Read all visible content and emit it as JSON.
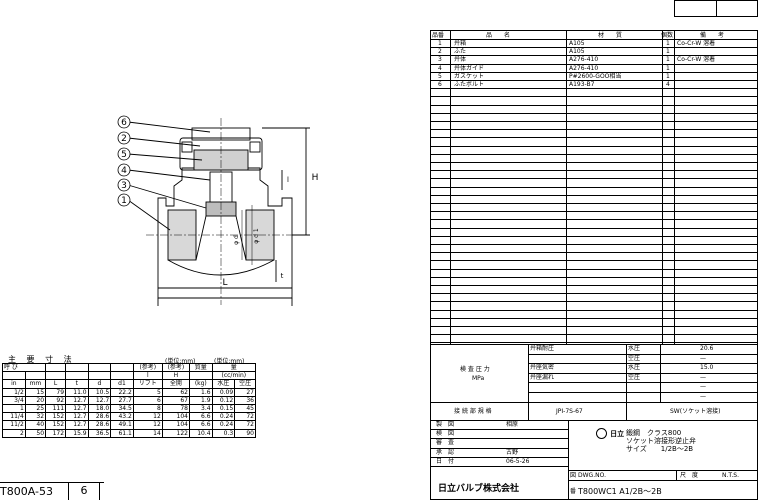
{
  "parts_table": {
    "headers": {
      "no": "品番",
      "name": "品　　名",
      "material": "材　　質",
      "qty": "個数",
      "remarks": "備　　考"
    },
    "rows": [
      {
        "no": "1",
        "name": "弁箱",
        "material": "A105",
        "qty": "1",
        "remarks": "Co-Cr-W 溶着"
      },
      {
        "no": "2",
        "name": "ふた",
        "material": "A105",
        "qty": "1",
        "remarks": ""
      },
      {
        "no": "3",
        "name": "弁体",
        "material": "A276-410",
        "qty": "1",
        "remarks": "Co-Cr-W 溶着"
      },
      {
        "no": "4",
        "name": "弁体ガイド",
        "material": "A276-410",
        "qty": "1",
        "remarks": ""
      },
      {
        "no": "5",
        "name": "ガスケット",
        "material": "P#2600-GOO相当",
        "qty": "1",
        "remarks": ""
      },
      {
        "no": "6",
        "name": "ふたボルト",
        "material": "A193-B7",
        "qty": "4",
        "remarks": ""
      }
    ]
  },
  "test_pressure": {
    "label": "検 査 圧 力",
    "unit": "MPa",
    "rows": [
      {
        "item": "弁箱耐圧",
        "medium": "水圧",
        "value": "20.6"
      },
      {
        "item": "",
        "medium": "空圧",
        "value": "—"
      },
      {
        "item": "弁座気密",
        "medium": "水圧",
        "value": "15.0"
      },
      {
        "item": "弁座漏れ",
        "medium": "空圧",
        "value": "—"
      },
      {
        "item": "",
        "medium": "",
        "value": "—"
      },
      {
        "item": "",
        "medium": "",
        "value": "—"
      }
    ]
  },
  "connection": {
    "label": "接 続 部 規 格",
    "standard": "JPI-7S-67",
    "type": "SW(ソケット溶接)"
  },
  "title_block": {
    "rows": [
      {
        "label": "製　図",
        "name": "相原"
      },
      {
        "label": "検　図",
        "name": ""
      },
      {
        "label": "審　査",
        "name": ""
      },
      {
        "label": "承　認",
        "name": "古野"
      },
      {
        "label": "日　付",
        "name": "06-5-26"
      }
    ],
    "logo": "日立",
    "desc_line1": "鍛鋼　クラス800",
    "desc_line2": "ソケット溶接形逆止弁",
    "desc_line3": "サイズ　　1/2B～2B",
    "scale_label": "尺　度",
    "scale_value": "N.T.S.",
    "company": "日立バルブ株式会社",
    "dwg_label": "図",
    "dwg_no_label": "DWG.NO.",
    "dwg_no_prefix": "番",
    "dwg_no": "T800WC1 A1/2B～2B"
  },
  "dimensions": {
    "title": "主 要 寸 法",
    "unit_mm": "(単位:mm)",
    "unit_pressure": "(単位:mm)",
    "h_yobi": "呼 び",
    "h_ref1": "(参考)",
    "h_ref2": "(参考)",
    "h_mass": "質量",
    "h_flow": "量",
    "h_l": "l",
    "h_H": "H",
    "h_lift": "リフト",
    "h_full": "全開",
    "h_kg": "(kg)",
    "h_ccmin": "(cc/min)",
    "cols": [
      "in",
      "mm",
      "L",
      "t",
      "d",
      "d1",
      "リフト",
      "全開",
      "(kg)",
      "水圧",
      "空圧"
    ],
    "rows": [
      [
        "1/2",
        "15",
        "79",
        "11.0",
        "10.5",
        "22.2",
        "5",
        "62",
        "1.6",
        "0.09",
        "27"
      ],
      [
        "3/4",
        "20",
        "92",
        "12.7",
        "12.7",
        "27.7",
        "6",
        "67",
        "1.9",
        "0.12",
        "36"
      ],
      [
        "1",
        "25",
        "111",
        "12.7",
        "18.0",
        "34.5",
        "8",
        "78",
        "3.4",
        "0.15",
        "45"
      ],
      [
        "11/4",
        "32",
        "152",
        "12.7",
        "28.6",
        "43.2",
        "12",
        "104",
        "6.6",
        "0.24",
        "72"
      ],
      [
        "11/2",
        "40",
        "152",
        "12.7",
        "28.6",
        "49.1",
        "12",
        "104",
        "6.6",
        "0.24",
        "72"
      ],
      [
        "2",
        "50",
        "172",
        "15.9",
        "36.5",
        "61.1",
        "14",
        "122",
        "10.4",
        "0.3",
        "90"
      ]
    ]
  },
  "drawing": {
    "callouts": [
      "6",
      "2",
      "5",
      "4",
      "3",
      "1"
    ],
    "dim_L": "L",
    "dim_H": "H",
    "dim_l": "l",
    "dim_t": "t",
    "dim_d": "φ d",
    "dim_d1": "φ d 1"
  },
  "footer": {
    "code": "T800A-53",
    "sheet": "6"
  }
}
